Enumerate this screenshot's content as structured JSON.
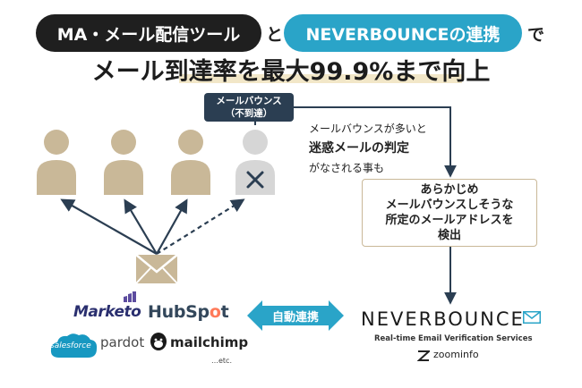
{
  "title": {
    "ma_tool": "MA・メール配信ツール",
    "join_to": "と",
    "neverbounce_link": "NEVERBOUNCEの連携",
    "join_de": "で",
    "headline": "メール到達率を最大99.9%まで向上"
  },
  "bounce_label": {
    "line1": "メールバウンス",
    "line2": "（不到達）"
  },
  "bounce_note": {
    "line1": "メールバウンスが多いと",
    "line2": "迷惑メールの判定",
    "line3": "がなされる事も"
  },
  "detect_box": {
    "line1": "あらかじめ",
    "line2": "メールバウンスしそうな",
    "line3": "所定のメールアドレスを",
    "line4": "検出"
  },
  "auto_link": "自動連携",
  "tools": {
    "marketo": "Marketo",
    "hubspot": "HubSpot",
    "salesforce": "salesforce",
    "pardot": "pardot",
    "mailchimp": "mailchimp",
    "etc": "…etc."
  },
  "brand": {
    "name": "NEVERBOUNCE",
    "tagline": "Real-time Email Verification Services",
    "zoominfo": "zoominfo"
  },
  "colors": {
    "dark": "#1f1f1f",
    "teal": "#2aa4c8",
    "navy": "#2b3e52",
    "person": "#c9b898",
    "person_bounced": "#d6d6d6",
    "highlight": "#f2e7c8"
  }
}
